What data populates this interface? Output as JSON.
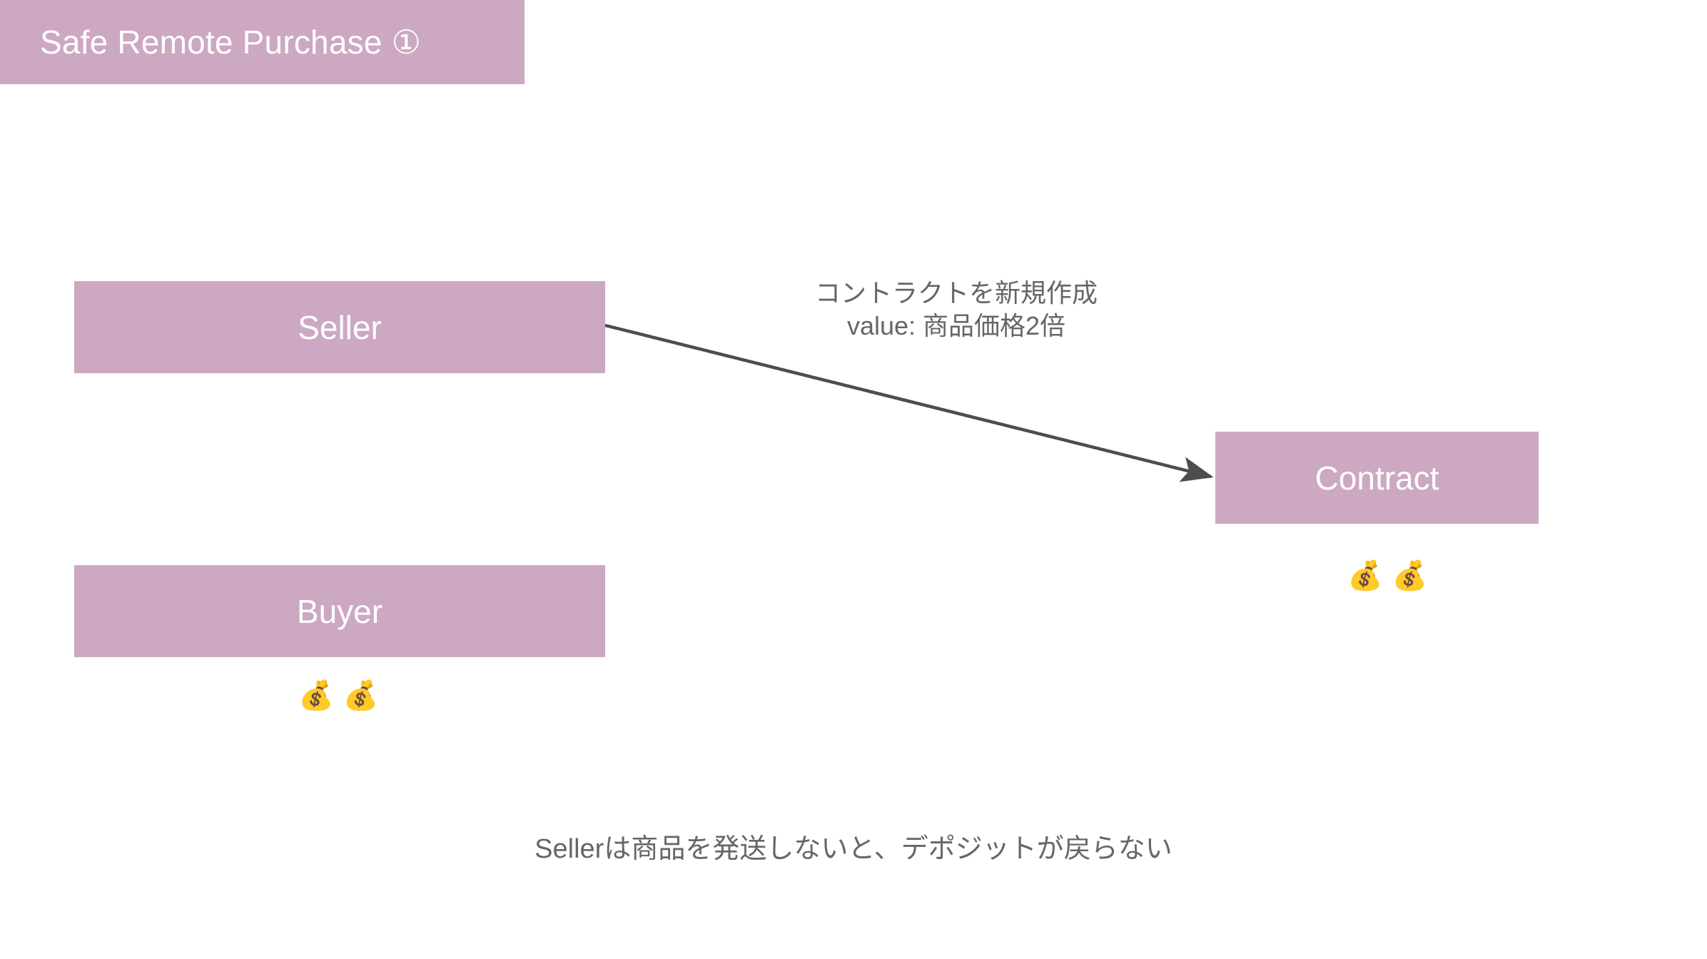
{
  "diagram": {
    "title": "Safe Remote Purchase ①",
    "background_color": "#ffffff",
    "node_fill_color": "#cda8c2",
    "node_text_color": "#ffffff",
    "edge_color": "#4d4d4d",
    "label_text_color": "#666666"
  },
  "nodes": {
    "seller": {
      "label": "Seller"
    },
    "buyer": {
      "label": "Buyer"
    },
    "contract": {
      "label": "Contract"
    }
  },
  "edges": {
    "seller_to_contract": {
      "label_line1": "コントラクトを新規作成",
      "label_line2": "value: 商品価格2倍",
      "from": "Seller",
      "to": "Contract"
    }
  },
  "annotations": {
    "buyer_funds": "💰 💰",
    "contract_funds": "💰 💰",
    "caption": "Sellerは商品を発送しないと、デポジットが戻らない"
  }
}
